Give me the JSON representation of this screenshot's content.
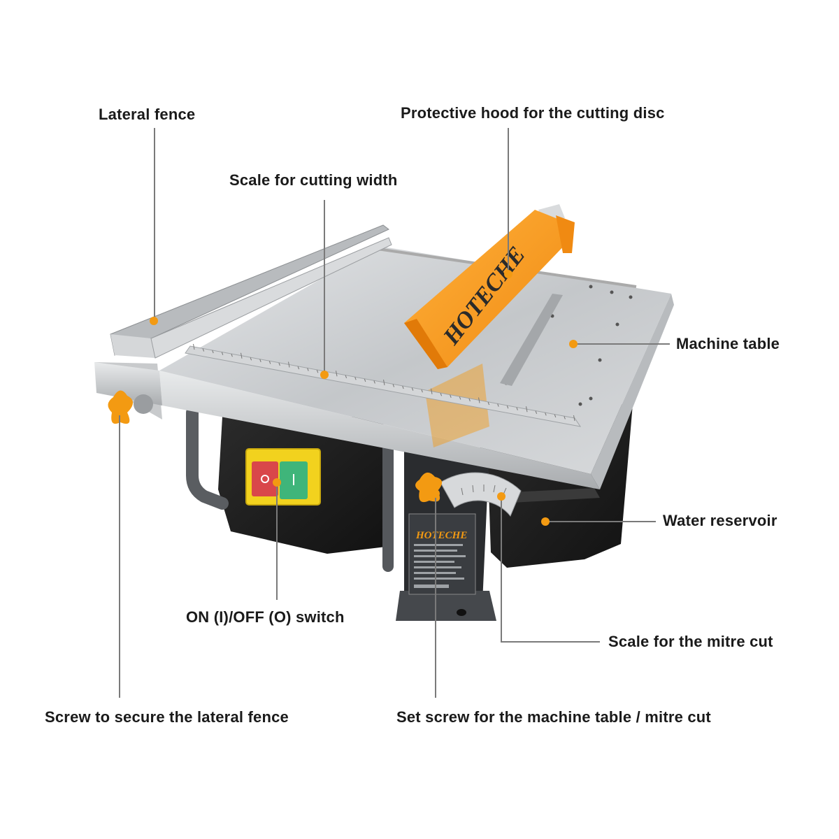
{
  "colors": {
    "accent": "#f39a12",
    "hood": "#f7941d",
    "table_steel": "#c9cbcd",
    "body_black": "#1c1c1c",
    "switch_red": "#d9474a",
    "switch_green": "#3fb57a",
    "switch_frame": "#f2d21e"
  },
  "brand": {
    "logo_text": "HOTECHE"
  },
  "callouts": {
    "lateral_fence": "Lateral fence",
    "protective_hood": "Protective hood for the cutting disc",
    "scale_cutting_width": "Scale for cutting width",
    "machine_table": "Machine table",
    "water_reservoir": "Water reservoir",
    "on_off_switch": "ON (I)/OFF (O) switch",
    "scale_mitre_cut": "Scale for the mitre cut",
    "screw_lateral_fence": "Screw to secure the lateral fence",
    "set_screw": "Set screw for the machine table / mitre cut"
  }
}
